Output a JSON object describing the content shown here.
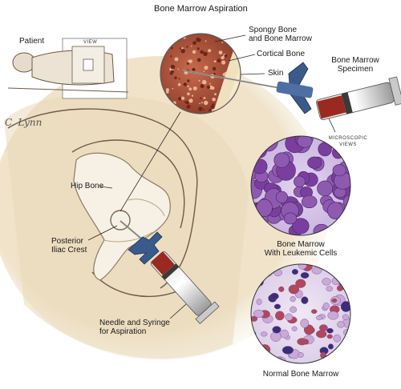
{
  "title": "Bone Marrow Aspiration",
  "signature": "C. Lynn",
  "labels": {
    "patient": "Patient",
    "view": "VIEW",
    "spongy_bone_1": "Spongy Bone",
    "spongy_bone_2": "and Bone Marrow",
    "cortical_bone": "Cortical Bone",
    "skin": "Skin",
    "marrow_specimen_1": "Bone Marrow",
    "marrow_specimen_2": "Specimen",
    "microscopic_1": "MICROSCOPIC",
    "microscopic_2": "VIEWS",
    "hip_bone": "Hip Bone",
    "posterior_iliac_1": "Posterior",
    "posterior_iliac_2": "Iliac Crest",
    "leukemic_1": "Bone Marrow",
    "leukemic_2": "With Leukemic Cells",
    "needle_1": "Needle and Syringe",
    "needle_2": "for Aspiration",
    "normal_marrow": "Normal Bone Marrow"
  },
  "colors": {
    "background_wash": "#efe2c9",
    "leukemic_cell": "#7a3f9e",
    "normal_cell": "#c9a9d8",
    "marrow_red": "#a23b2c",
    "needle_blue": "#3a5a8c"
  }
}
